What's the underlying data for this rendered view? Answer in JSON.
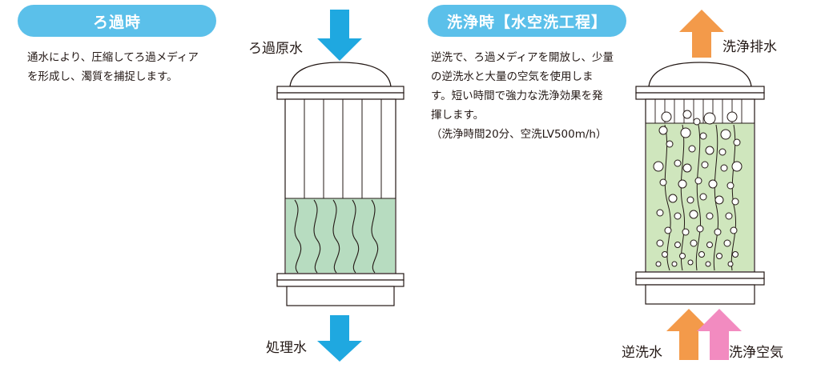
{
  "filtration": {
    "title": "ろ過時",
    "description": "通水により、圧縮してろ過メディア\nを形成し、濁質を捕捉します。",
    "inlet_label": "ろ過原水",
    "outlet_label": "処理水"
  },
  "washing": {
    "title": "洗浄時【水空洗工程】",
    "description": "逆洗で、ろ過メディアを開放し、少量\nの逆洗水と大量の空気を使用しま\nす。短い時間で強力な洗浄効果を発\n揮します。\n（洗浄時間20分、空洗LV500m/h）",
    "drain_label": "洗浄排水",
    "backwash_label": "逆洗水",
    "air_label": "洗浄空気"
  },
  "colors": {
    "title_pill": "#5bc0ea",
    "flow_arrow_blue": "#1fa8e0",
    "backwash_arrow_orange": "#f39a4a",
    "air_arrow_pink": "#f28bc0",
    "media_compressed": "#b7dcc0",
    "media_expanded": "#cfe6bd",
    "outline": "#231815"
  },
  "icons": {
    "inlet_arrow": "arrow-down-blue",
    "outlet_arrow": "arrow-down-blue",
    "drain_arrow": "arrow-up-orange",
    "backwash_arrow": "arrow-up-orange",
    "air_arrow": "arrow-up-pink"
  }
}
